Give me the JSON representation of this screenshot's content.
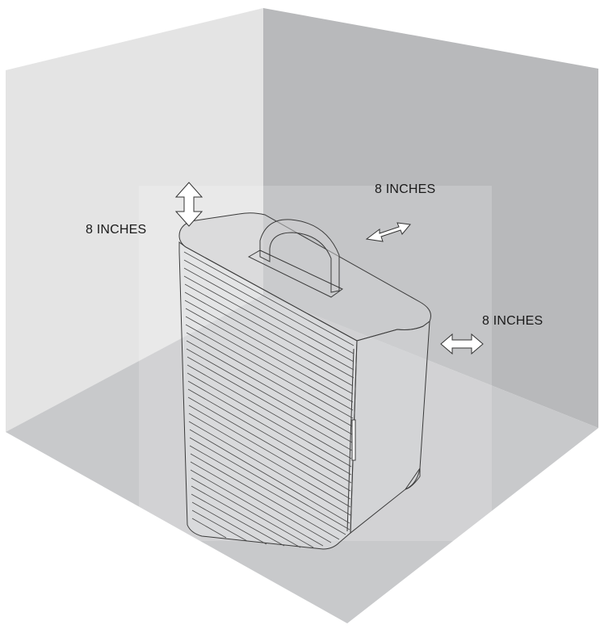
{
  "labels": {
    "top_clearance": "8 INCHES",
    "back_clearance": "8 INCHES",
    "side_clearance": "8 INCHES"
  },
  "colors": {
    "left_wall": "#e3e3e3",
    "back_wall": "#b9babc",
    "floor": "#c9cacc",
    "device_line": "#3a3a3a"
  }
}
